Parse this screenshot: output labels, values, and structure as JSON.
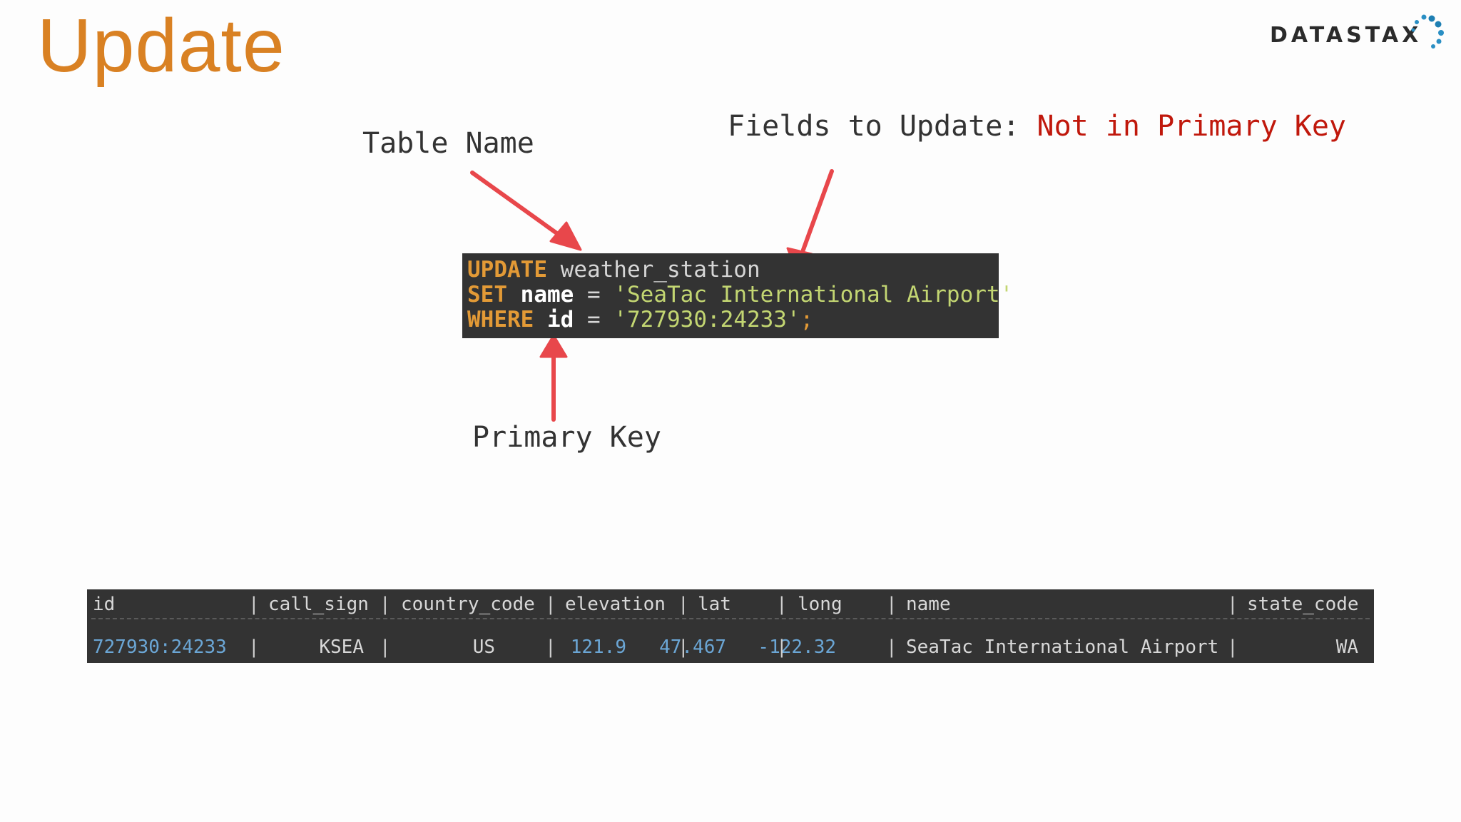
{
  "slide": {
    "title": "Update",
    "logo_text": "DATASTAX"
  },
  "labels": {
    "table_name": "Table Name",
    "fields_prefix": "Fields to Update:",
    "fields_accent": "Not in Primary Key",
    "primary_key": "Primary Key"
  },
  "code": {
    "line1_kw": "UPDATE",
    "line1_rest": "weather_station",
    "line2_kw": "SET",
    "line2_col": "name",
    "line2_op": "=",
    "line2_str": "'SeaTac International Airport'",
    "line3_kw": "WHERE",
    "line3_col": "id",
    "line3_op": "=",
    "line3_str": "'727930:24233'",
    "line3_semi": ";"
  },
  "result_table": {
    "columns": [
      "id",
      "call_sign",
      "country_code",
      "elevation",
      "lat",
      "long",
      "name",
      "state_code"
    ],
    "row": [
      "727930:24233",
      "KSEA",
      "US",
      "121.9",
      "47.467",
      "-122.32",
      "SeaTac International Airport",
      "WA"
    ]
  },
  "colors": {
    "title": "#d98123",
    "accent_red": "#c0180c",
    "arrow": "#e8474b",
    "code_bg": "#333333",
    "keyword": "#e39a36",
    "string": "#c3d672",
    "number": "#6ba6d5"
  }
}
